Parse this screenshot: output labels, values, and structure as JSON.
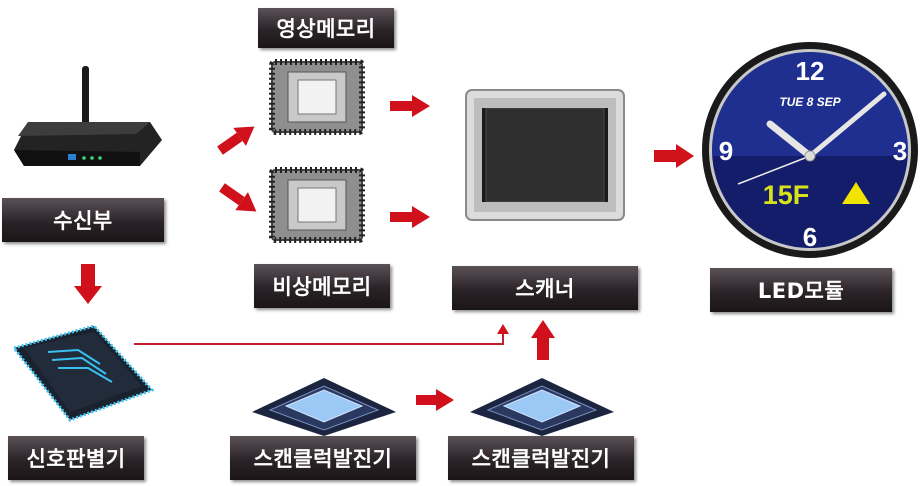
{
  "labels": {
    "receiver": "수신부",
    "video_memory": "영상메모리",
    "non_video_memory": "비상메모리",
    "scanner": "스캐너",
    "led_module": "LED모듈",
    "signal_discriminator": "신호판별기",
    "scan_clock_generator_1": "스캔클럭발진기",
    "scan_clock_generator_2": "스캔클럭발진기"
  },
  "clock": {
    "n12": "12",
    "n3": "3",
    "n6": "6",
    "n9": "9",
    "date": "TUE 8 SEP",
    "floor": "15F",
    "colors": {
      "face_top": "#1e2f8f",
      "face_bottom": "#131d6a",
      "floor_text": "#d8e21a",
      "triangle": "#f0e400"
    }
  },
  "colors": {
    "arrow": "#d0101a",
    "label_bg": "#2a2327",
    "connector": "#c22030"
  }
}
